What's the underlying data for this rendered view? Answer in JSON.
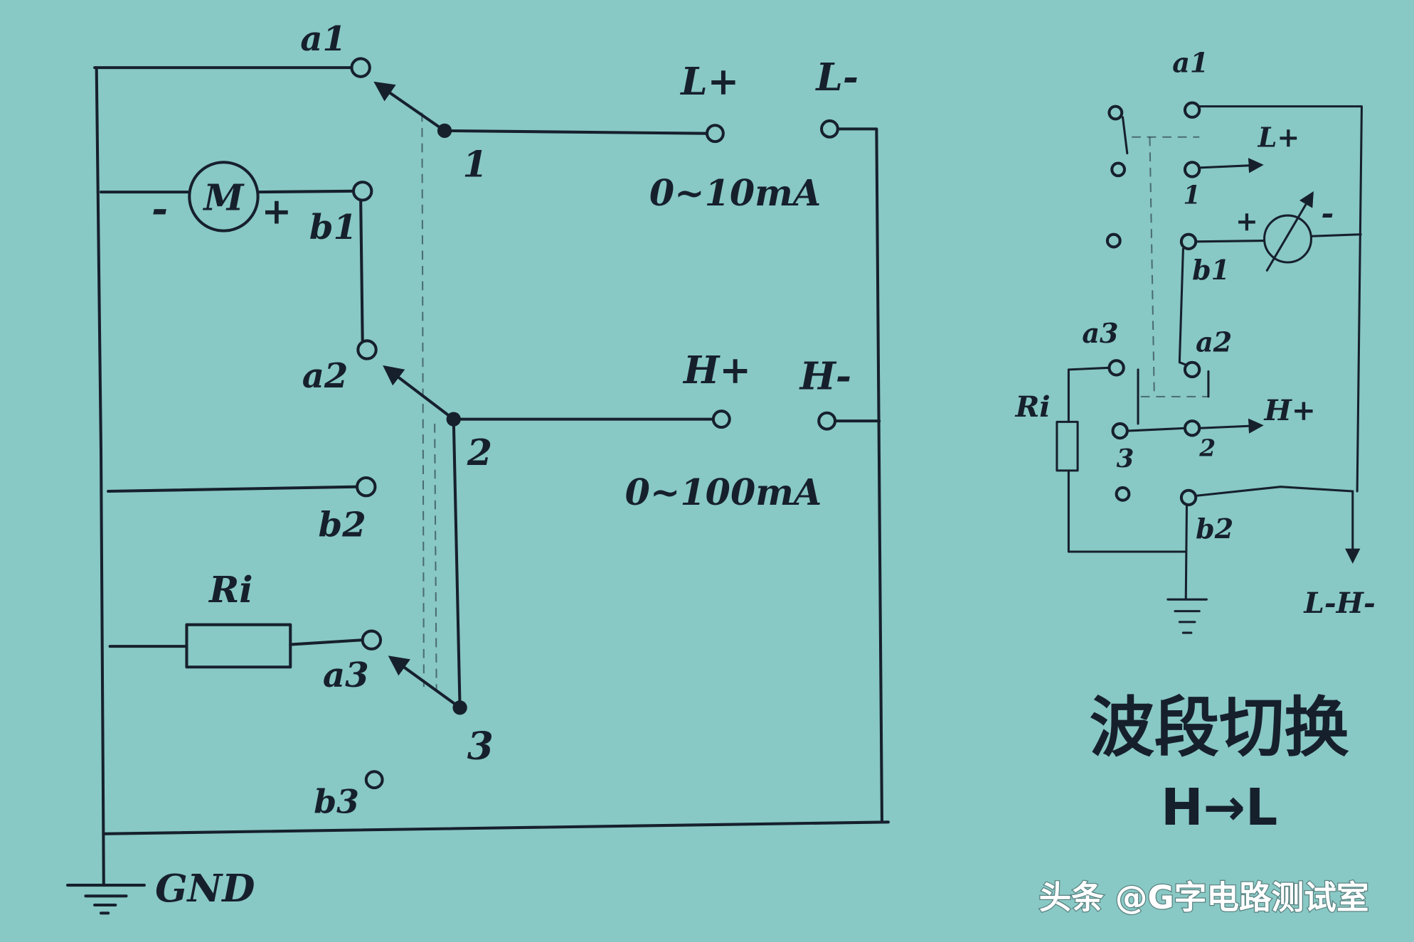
{
  "colors": {
    "paper": "#88c8c5",
    "ink": "#16202c",
    "watermark": "#ffffff"
  },
  "left": {
    "a1": "a1",
    "b1": "b1",
    "a2": "a2",
    "b2": "b2",
    "a3": "a3",
    "b3": "b3",
    "pivot1": "1",
    "pivot2": "2",
    "pivot3": "3",
    "l_plus": "L+",
    "l_minus": "L-",
    "h_plus": "H+",
    "h_minus": "H-",
    "range_low": "0~10mA",
    "range_high": "0~100mA",
    "motor": "M",
    "motor_minus": "-",
    "motor_plus": "+",
    "resistor": "Ri",
    "ground": "GND"
  },
  "right": {
    "a1": "a1",
    "l_plus": "L+",
    "contact1": "1",
    "b1": "b1",
    "meter_plus": "+",
    "meter_minus": "-",
    "a3": "a3",
    "a2": "a2",
    "resistor": "Ri",
    "h_plus": "H+",
    "contact3": "3",
    "contact2": "2",
    "b2": "b2",
    "output": "L-H-"
  },
  "caption": {
    "title": "波段切换",
    "subtitle": "H→L"
  },
  "watermark": "头条 @G字电路测试室"
}
